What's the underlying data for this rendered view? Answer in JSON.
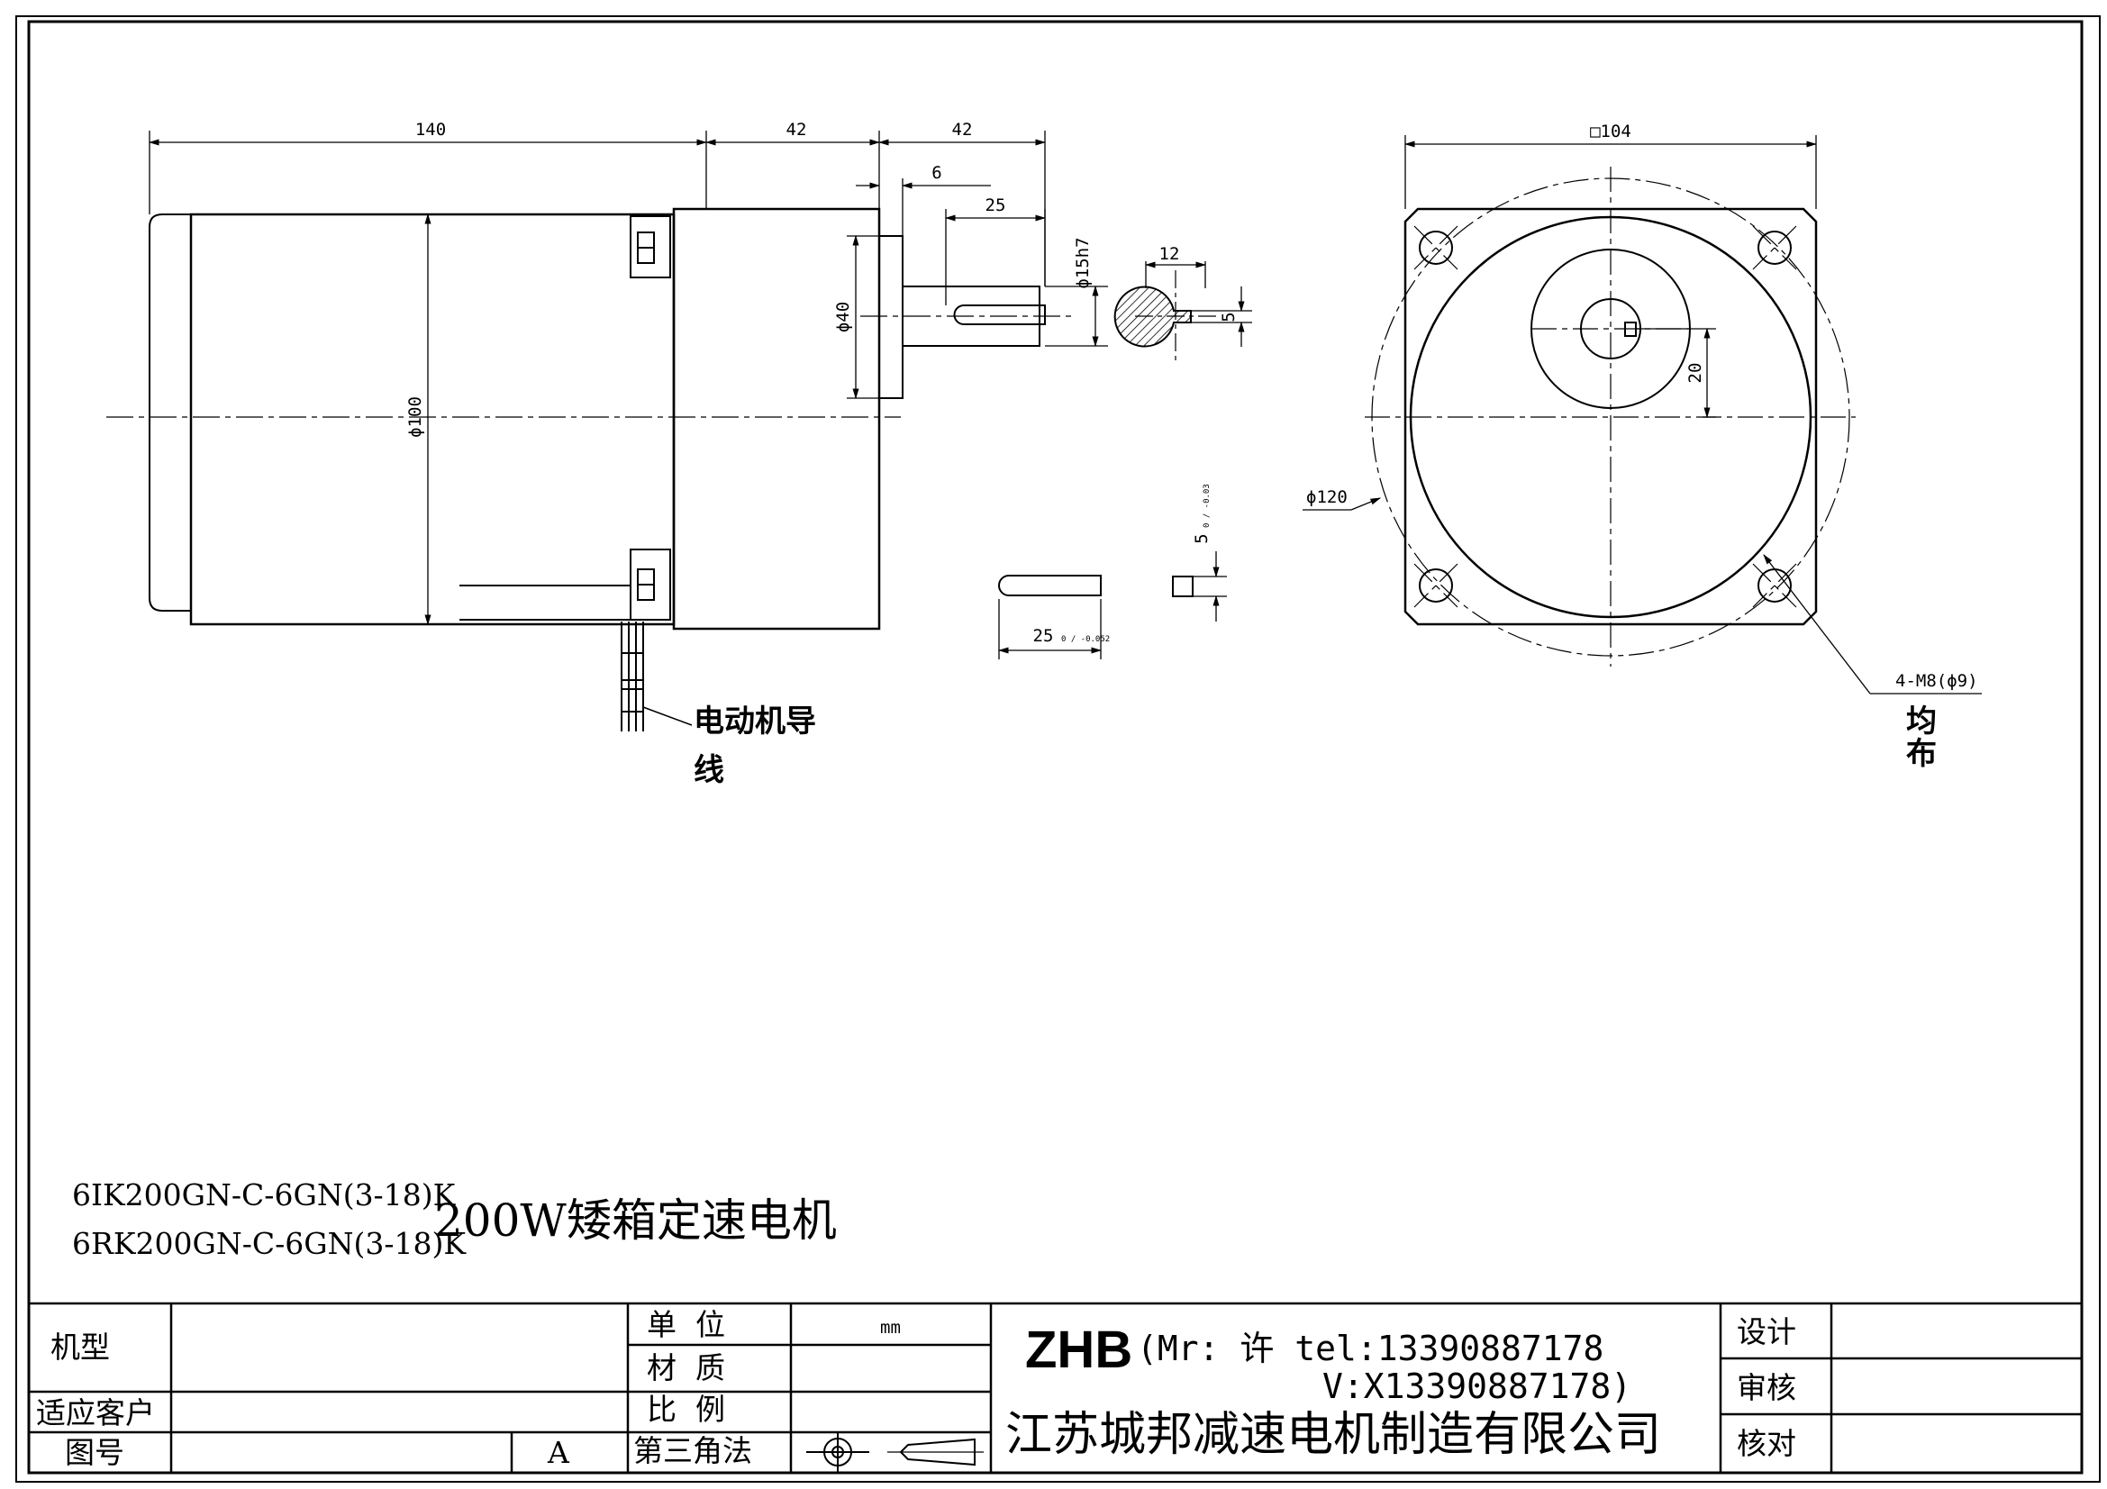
{
  "dimensions": {
    "motor_length": "140",
    "gearbox_length": "42",
    "shaft_length": "42",
    "shaft_step": "6",
    "key_length": "25",
    "shaft_diameter": "ϕ15h7",
    "pilot_diameter": "ϕ40",
    "body_diameter": "ϕ100",
    "section_width": "12",
    "section_key": "5",
    "key_height": "5",
    "key_height_tol": "0 / -0.03",
    "key_part_length": "25",
    "key_part_tol": "0 / -0.052",
    "flange_square": "□104",
    "shaft_offset": "20",
    "bolt_circle": "ϕ120",
    "mounting_holes": "4-M8(ϕ9)"
  },
  "notes": {
    "motor_lead_line1": "电动机导",
    "motor_lead_line2": "线",
    "holes_line1": "均",
    "holes_line2": "布"
  },
  "models": {
    "model1": "6IK200GN-C-6GN(3-18)K",
    "model2": "6RK200GN-C-6GN(3-18)K",
    "title": "200W矮箱定速电机"
  },
  "title_block": {
    "model_label": "机型",
    "customer_label": "适应客户",
    "drawing_no_label": "图号",
    "drawing_no_value": "A",
    "unit_label": "单  位",
    "unit_value": "mm",
    "material_label": "材  质",
    "scale_label": "比  例",
    "projection_label": "第三角法",
    "brand": "ZHB",
    "contact_line1": "(Mr: 许 tel:13390887178",
    "contact_line2": "V:X13390887178)",
    "company": "江苏城邦减速电机制造有限公司",
    "design_label": "设计",
    "review_label": "审核",
    "check_label": "核对"
  }
}
